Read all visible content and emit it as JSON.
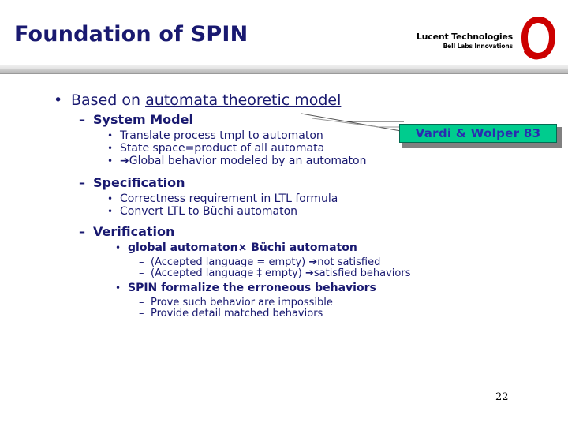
{
  "slide": {
    "title": "Foundation of SPIN",
    "page_number": "22",
    "title_color": "#191970",
    "body_color": "#191970"
  },
  "logo": {
    "line1": "Lucent Technologies",
    "line2": "Bell Labs Innovations",
    "ring_color": "#cc0000",
    "ring_icon": "lucent-red-ring-icon"
  },
  "callout": {
    "label": "Vardi & Wolper 83",
    "fill_color": "#00cc8e",
    "border_color": "#046b52",
    "text_color": "#2b2bb0",
    "shadow_color": "#808080"
  },
  "content": {
    "l1_bullet": "•",
    "l2_bullet": "–",
    "l3_bullet": "•",
    "l4_bullet": "–",
    "arrow": "➔",
    "main": {
      "prefix": "Based on ",
      "underlined": "automata theoretic model"
    },
    "sections": [
      {
        "heading": "System Model",
        "items": [
          {
            "text": "Translate process tmpl to automaton"
          },
          {
            "text": "State space=product of all automata"
          },
          {
            "arrow": true,
            "text": "Global behavior modeled by an automaton"
          }
        ]
      },
      {
        "heading": "Specification",
        "items": [
          {
            "text": "Correctness requirement in LTL formula"
          },
          {
            "text": "Convert LTL to Büchi automaton"
          }
        ]
      },
      {
        "heading": "Verification",
        "items": [
          {
            "text": "global automaton× Büchi automaton",
            "bold": true
          },
          {
            "text": "SPIN formalize the erroneous behaviors",
            "bold": true
          }
        ],
        "subitems_a": [
          "(Accepted language = empty) ➔not satisfied",
          "(Accepted language ‡ empty) ➔satisfied behaviors"
        ],
        "subitems_b": [
          "Prove such behavior are impossible",
          "Provide detail matched behaviors"
        ]
      }
    ]
  }
}
